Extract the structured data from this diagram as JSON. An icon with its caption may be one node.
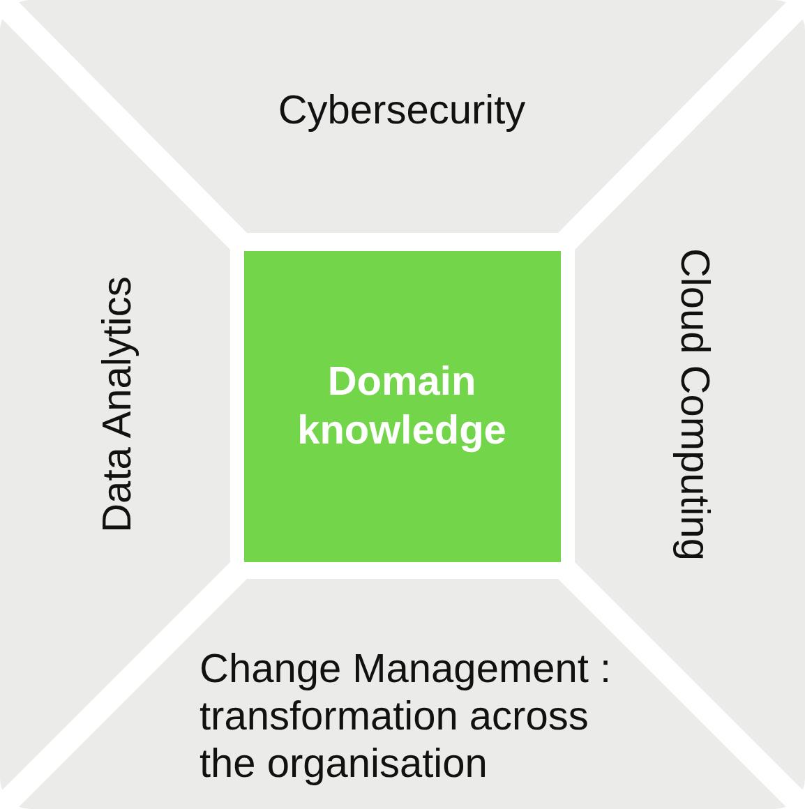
{
  "diagram": {
    "nodes": [
      {
        "text": [
          "Cybersecurity"
        ]
      },
      {
        "text": [
          "Data Analytics"
        ]
      },
      {
        "text": [
          "Domain knowledge"
        ]
      },
      {
        "text": [
          "Cloud Computing"
        ]
      },
      {
        "text": [
          "Change Management : transformation across the organisation"
        ]
      }
    ]
  }
}
